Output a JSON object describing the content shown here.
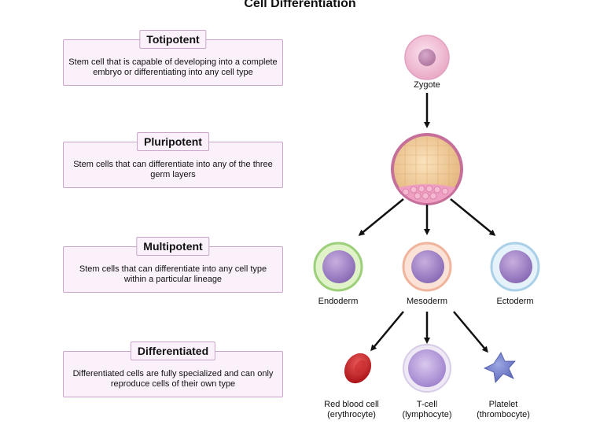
{
  "title": "Cell Differentiation",
  "stages": [
    {
      "name": "Totipotent",
      "description": "Stem cell that is capable of developing into a complete embryo or differentiating into any cell type"
    },
    {
      "name": "Pluripotent",
      "description": "Stem cells that can differentiate into any of the three germ layers"
    },
    {
      "name": "Multipotent",
      "description": "Stem cells that can differentiate into any cell type within a particular lineage"
    },
    {
      "name": "Differentiated",
      "description": "Differentiated cells are fully specialized and can only reproduce cells of their own type"
    }
  ],
  "cells": {
    "zygote": "Zygote",
    "endoderm": "Endoderm",
    "mesoderm": "Mesoderm",
    "ectoderm": "Ectoderm",
    "red_blood_cell": {
      "line1": "Red blood cell",
      "line2": "(erythrocyte)"
    },
    "t_cell": {
      "line1": "T-cell",
      "line2": "(lymphocyte)"
    },
    "platelet": {
      "line1": "Platelet",
      "line2": "(thrombocyte)"
    }
  }
}
